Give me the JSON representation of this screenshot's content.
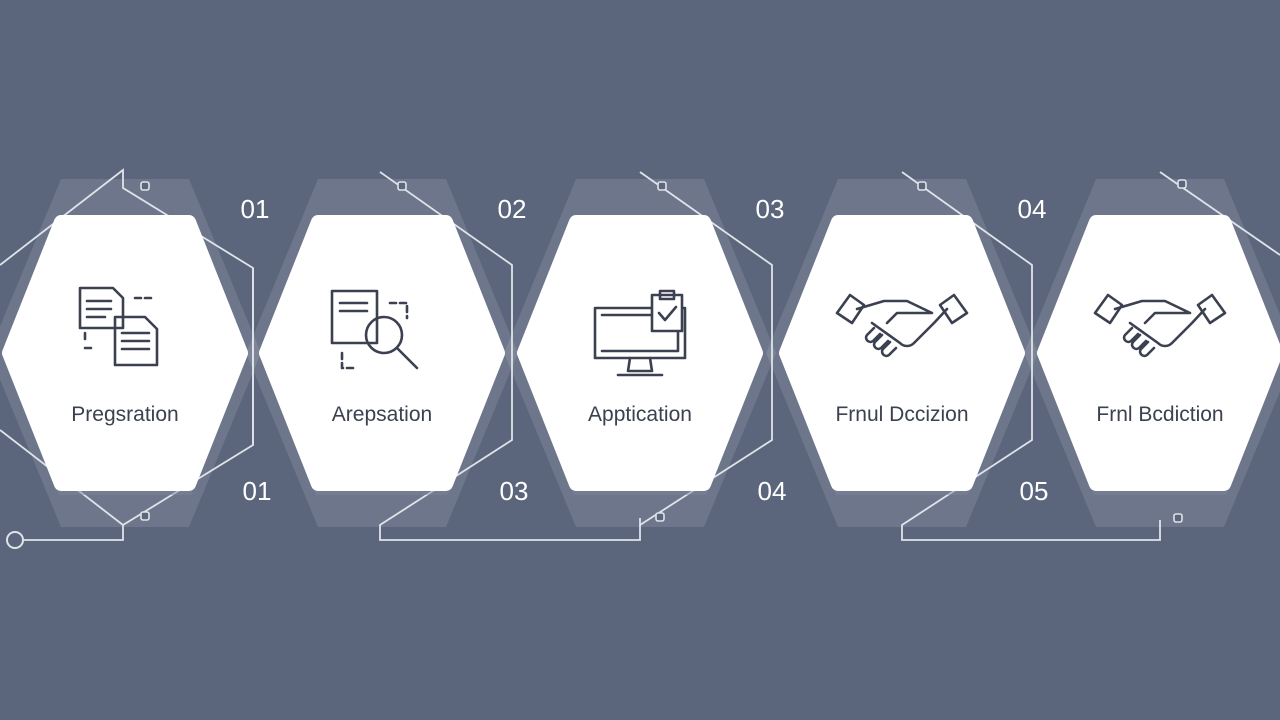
{
  "colors": {
    "background": "#5b667c",
    "card": "#ffffff",
    "card_shadow": "#7d879b",
    "line": "#dfe3ea",
    "icon_stroke": "#3b4150",
    "text_light": "#ffffff",
    "text_dark": "#3b4150"
  },
  "steps": [
    {
      "label": "Pregsration",
      "top_number": "01",
      "bottom_number": "01",
      "icon": "documents-icon"
    },
    {
      "label": "Arepsation",
      "top_number": "02",
      "bottom_number": "03",
      "icon": "document-search-icon"
    },
    {
      "label": "Apptication",
      "top_number": "03",
      "bottom_number": "04",
      "icon": "monitor-checklist-icon"
    },
    {
      "label": "Frnul Dccizion",
      "top_number": "04",
      "bottom_number": "05",
      "icon": "handshake-icon"
    },
    {
      "label": "Frnl Bcdiction",
      "top_number": "",
      "bottom_number": "",
      "icon": "handshake-icon"
    }
  ]
}
